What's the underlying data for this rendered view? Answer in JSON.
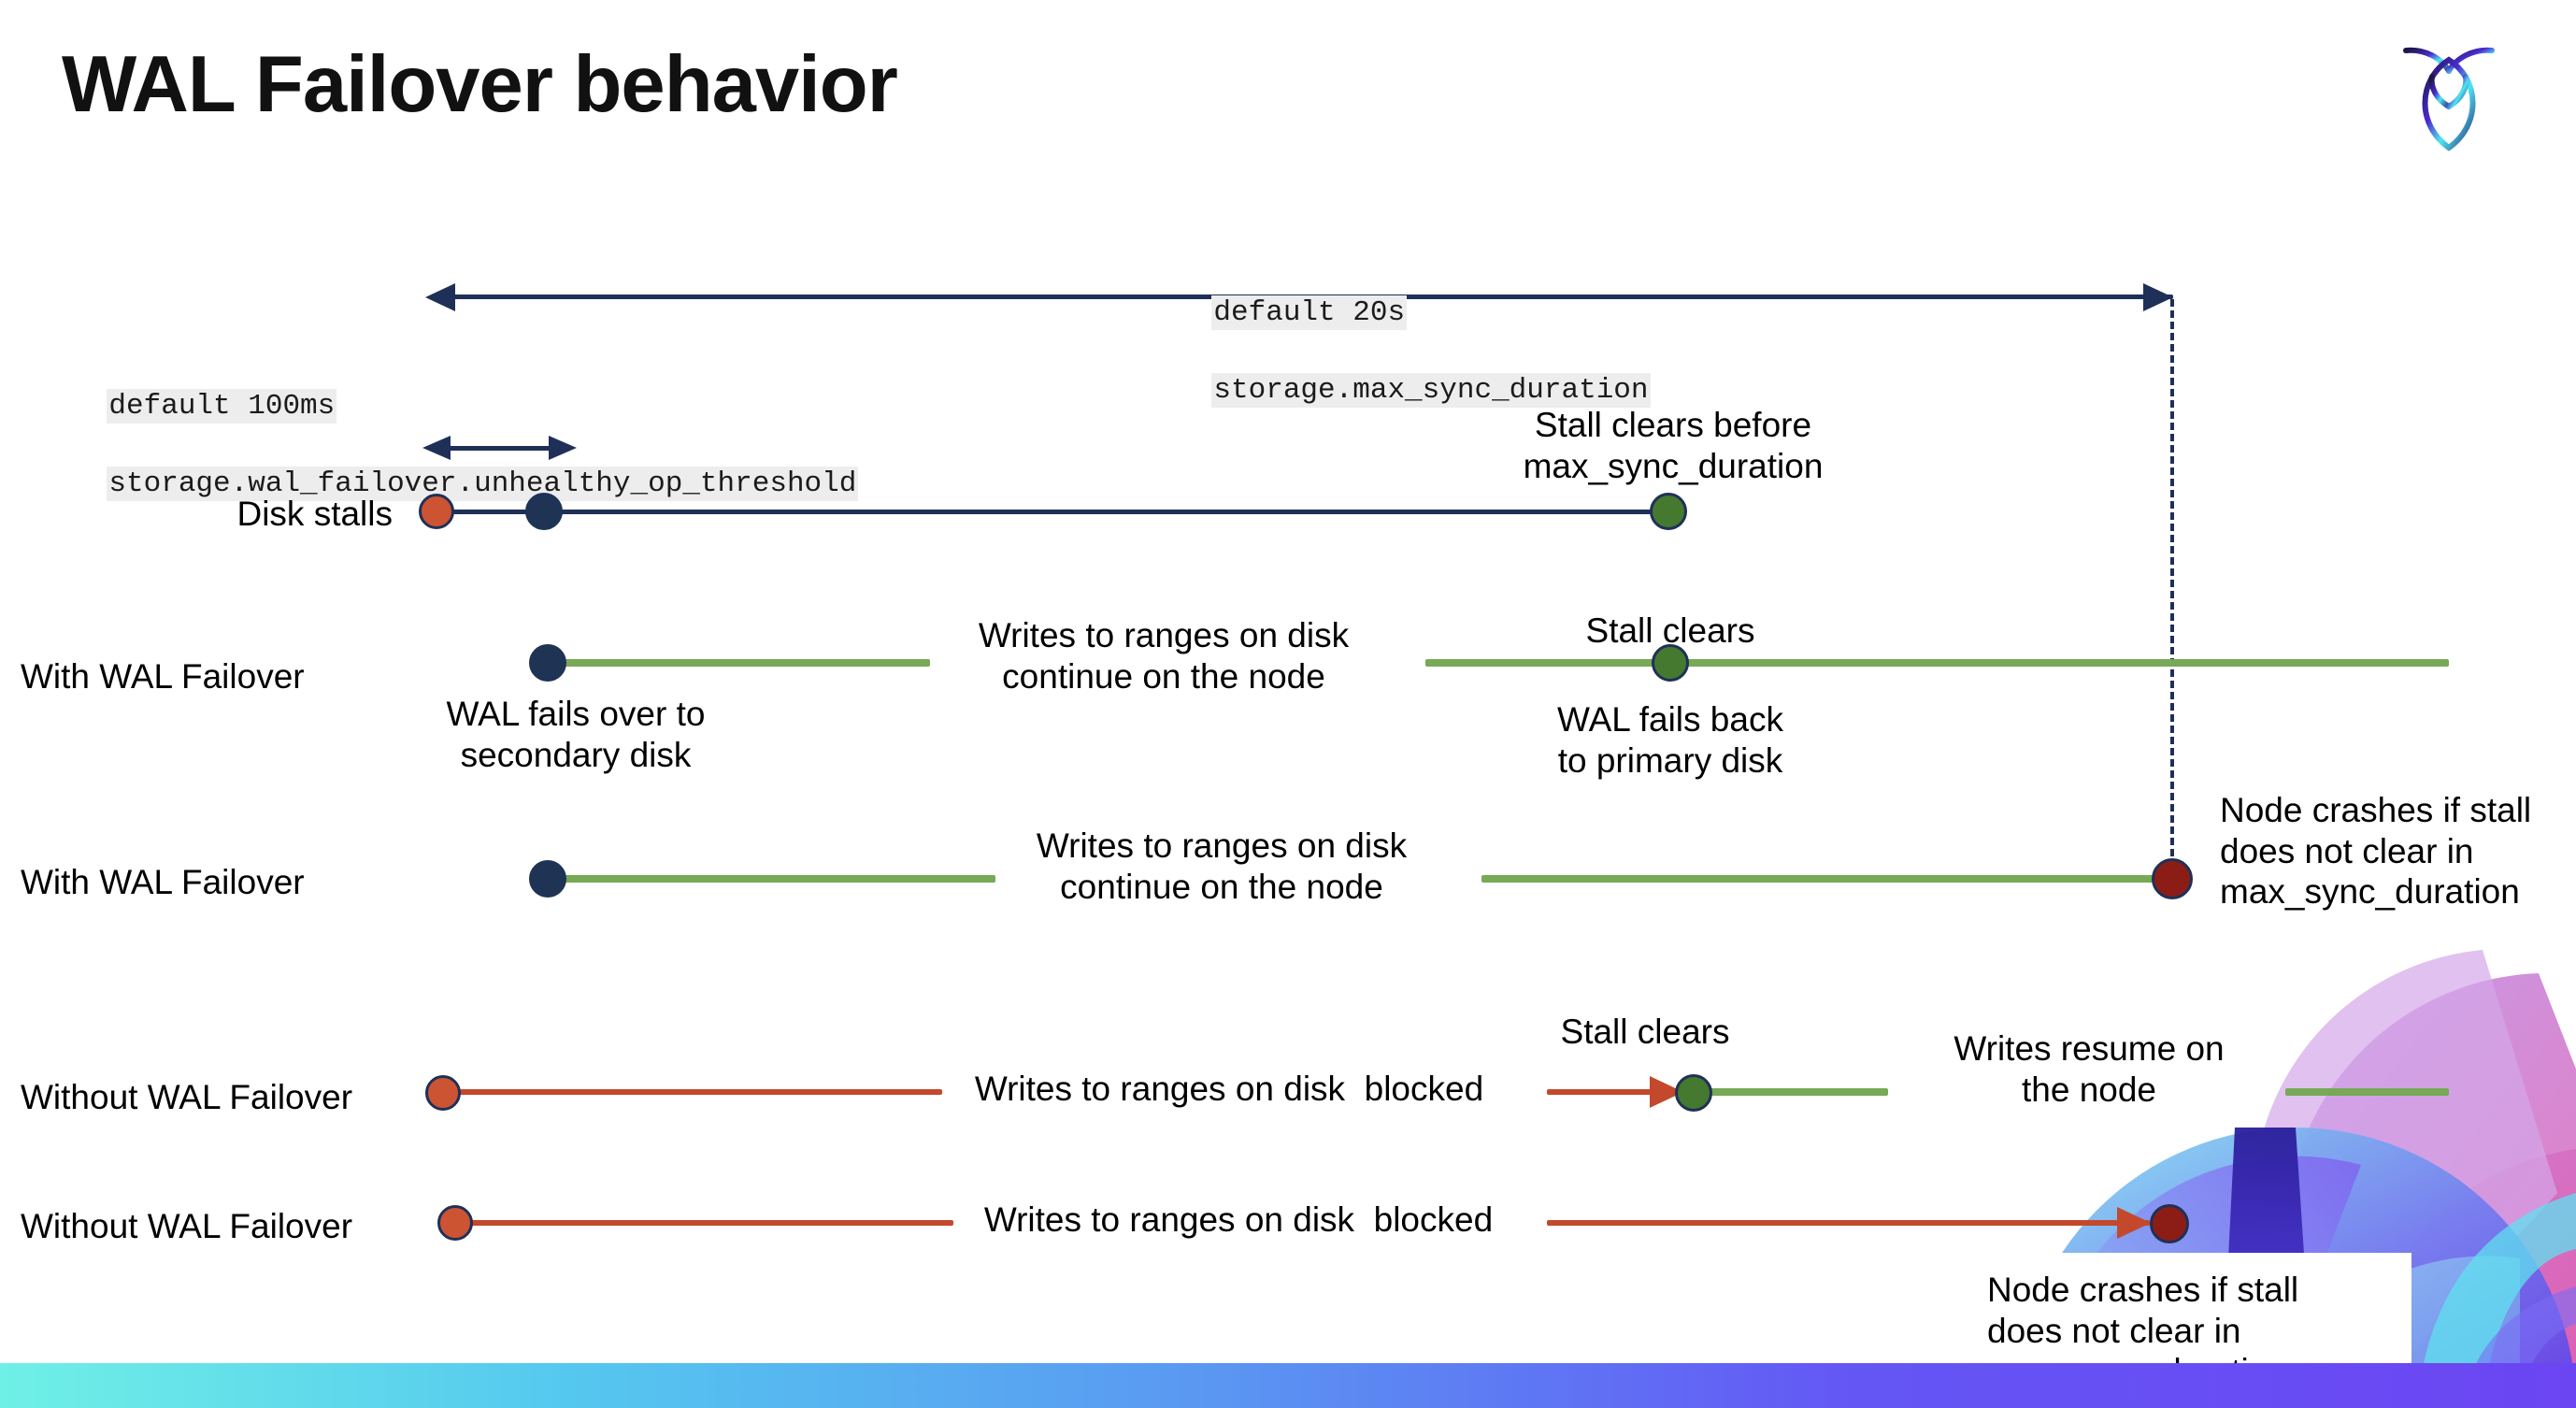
{
  "slide": {
    "title": "WAL Failover behavior",
    "logo_name": "cockroachdb-logo"
  },
  "settings": {
    "max_sync": {
      "default_label": "default 20s",
      "setting_name": "storage.max_sync_duration"
    },
    "unhealthy_threshold": {
      "default_label": "default 100ms",
      "setting_name": "storage.wal_failover.unhealthy_op_threshold"
    }
  },
  "rows": [
    {
      "id": "disk-stalls",
      "label": "Disk stalls",
      "annotations": [
        "Stall clears before\nmax_sync_duration"
      ]
    },
    {
      "id": "with-wal-failover-clears",
      "label": "With WAL Failover",
      "annotations": [
        "WAL fails over to\nsecondary disk",
        "Writes to ranges on disk\ncontinue on the node",
        "Stall clears",
        "WAL fails  back\nto primary disk"
      ]
    },
    {
      "id": "with-wal-failover-crash",
      "label": "With WAL Failover",
      "annotations": [
        "Writes to ranges on disk\ncontinue on the node",
        "Node crashes if stall\ndoes not clear in\nmax_sync_duration"
      ]
    },
    {
      "id": "without-wal-failover-clears",
      "label": "Without WAL Failover",
      "annotations": [
        "Writes to ranges on disk  blocked",
        "Stall clears",
        "Writes resume on\nthe node"
      ]
    },
    {
      "id": "without-wal-failover-crash",
      "label": "Without WAL Failover",
      "annotations": [
        "Writes to ranges on disk  blocked",
        "Node crashes if stall\ndoes not clear in\nmax_sync_duration"
      ]
    }
  ],
  "text": {
    "disk_stalls_label": "Disk stalls",
    "with_wal_failover_label": "With WAL Failover",
    "without_wal_failover_label": "Without WAL Failover",
    "stall_clears_before": "Stall clears before\nmax_sync_duration",
    "stall_clears": "Stall clears",
    "wal_fails_over": "WAL fails over to\nsecondary disk",
    "wal_fails_back": "WAL fails  back\nto primary disk",
    "writes_continue": "Writes to ranges on disk\ncontinue on the node",
    "writes_blocked": "Writes to ranges on disk  blocked",
    "writes_resume": "Writes resume on\nthe node",
    "node_crashes": "Node crashes if stall\ndoes not clear in\nmax_sync_duration"
  },
  "colors": {
    "navy": "#1f3058",
    "green": "#77a956",
    "red": "#c4482b",
    "dot_orange": "#cc5433",
    "dot_green": "#44792f",
    "dot_darkred": "#8c1d16",
    "dot_navy": "#1f3355",
    "mono_highlight": "#ededed",
    "band_start": "#6ff0e6",
    "band_end": "#6b45f2"
  }
}
